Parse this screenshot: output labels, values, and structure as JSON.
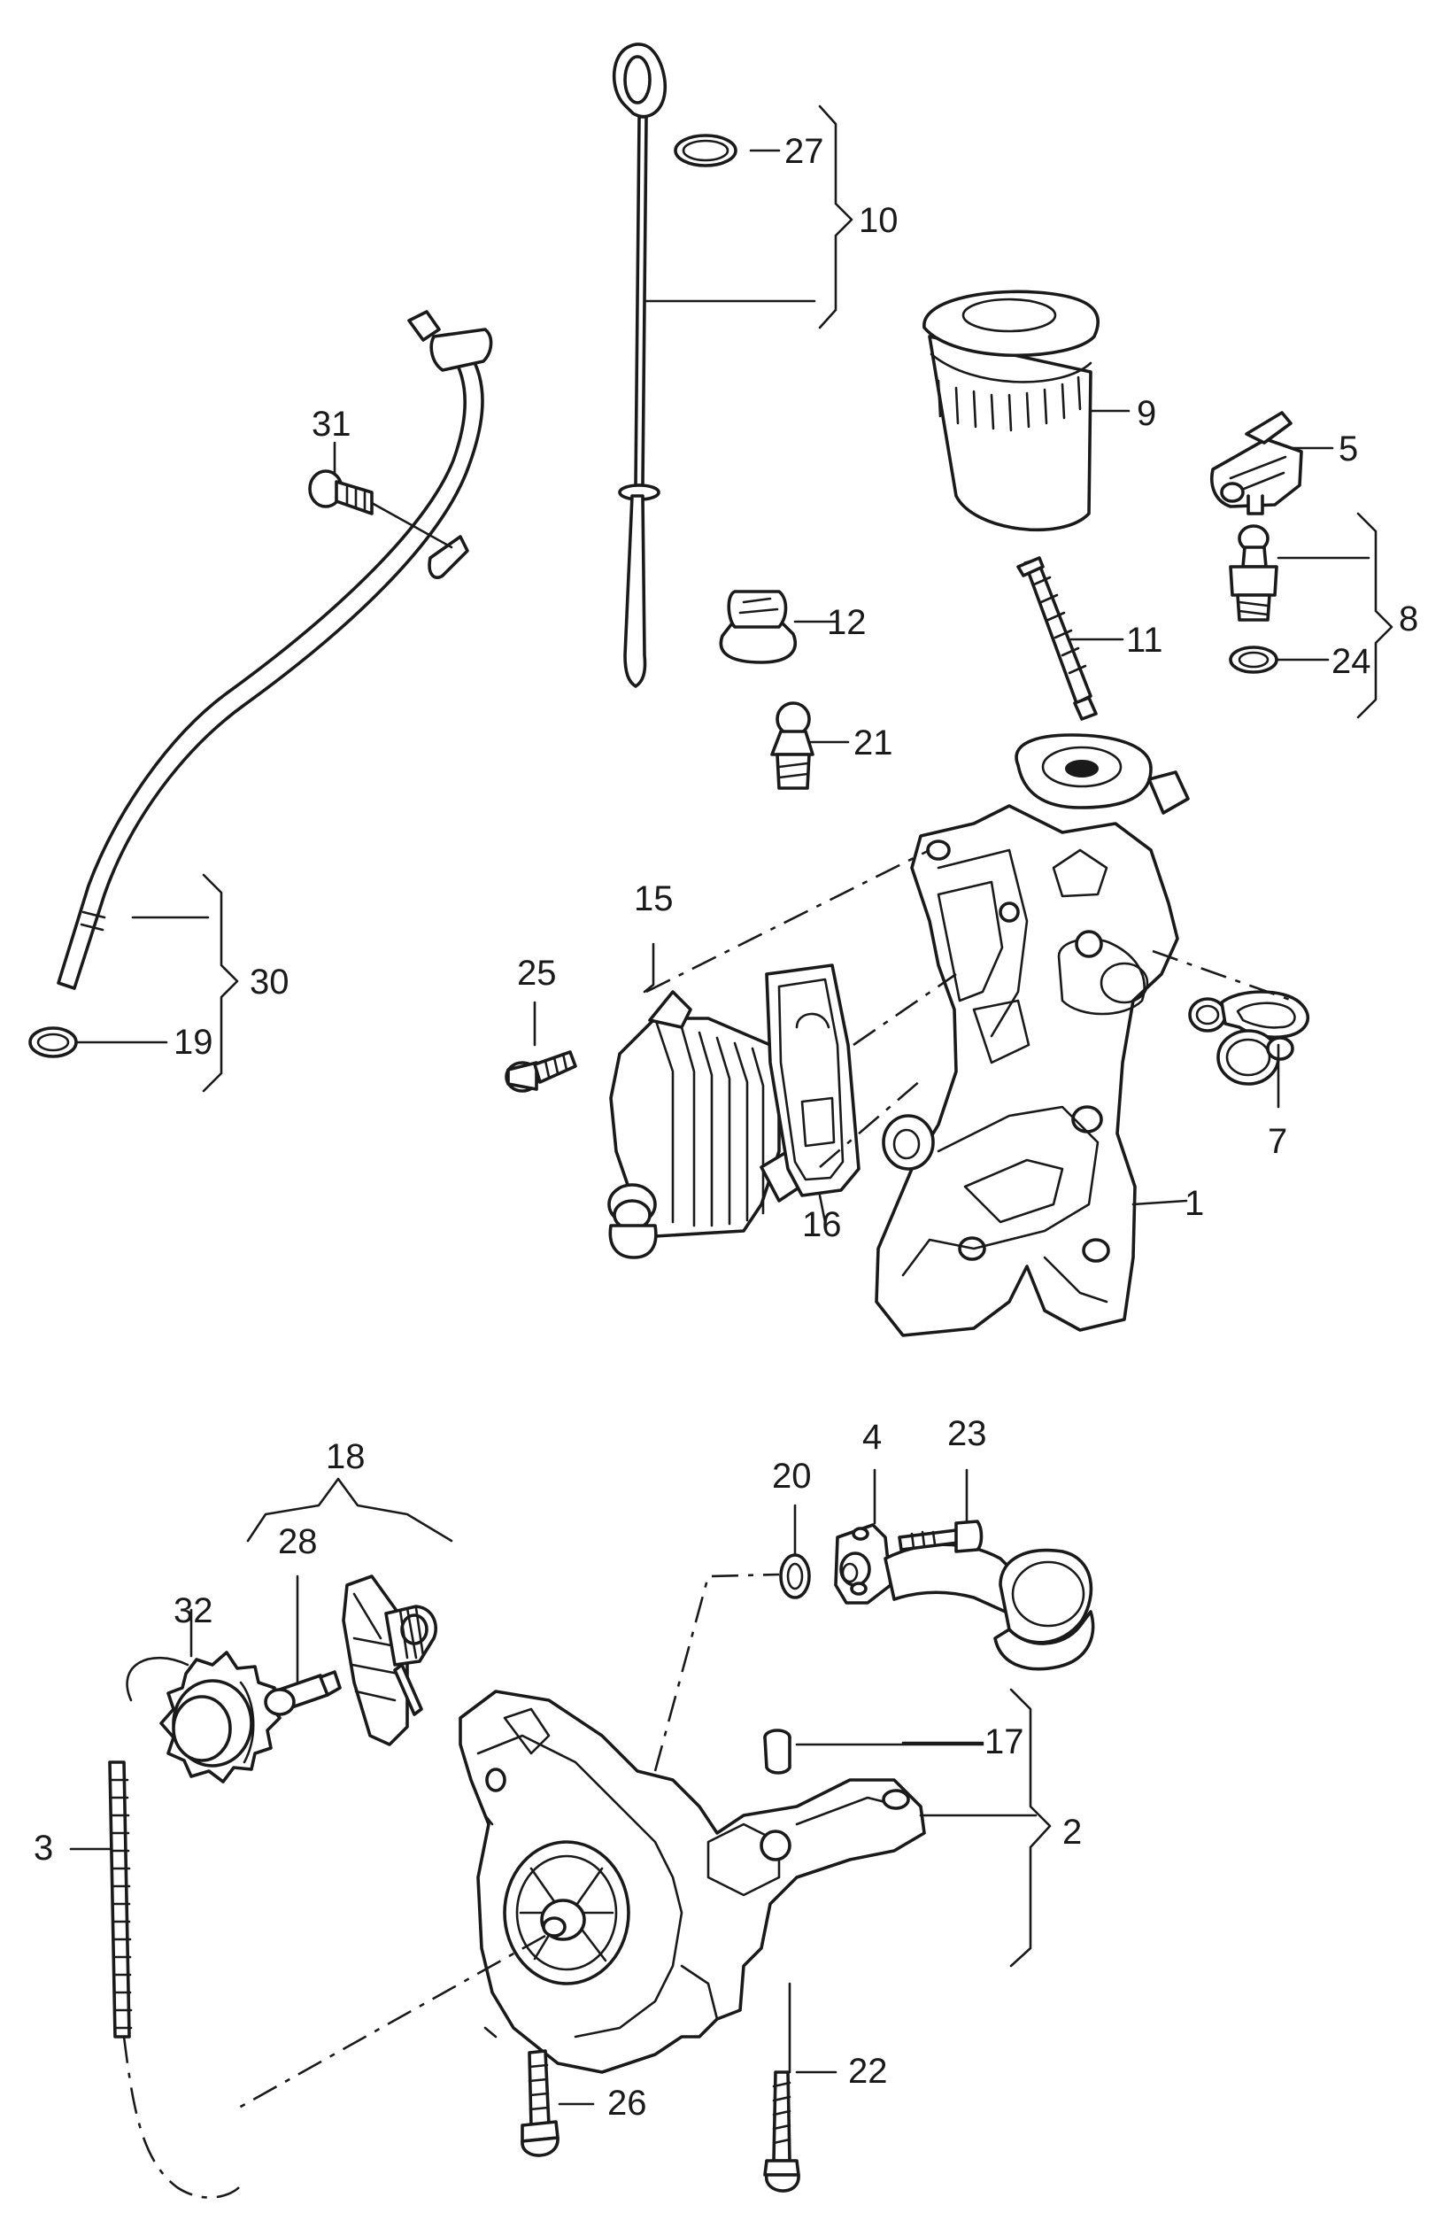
{
  "callouts": {
    "c1": "1",
    "c2": "2",
    "c3": "3",
    "c4": "4",
    "c5": "5",
    "c7": "7",
    "c8": "8",
    "c9": "9",
    "c10": "10",
    "c11": "11",
    "c12": "12",
    "c15": "15",
    "c16": "16",
    "c17": "17",
    "c18": "18",
    "c19": "19",
    "c20": "20",
    "c21": "21",
    "c22": "22",
    "c23": "23",
    "c24": "24",
    "c25": "25",
    "c26": "26",
    "c27": "27",
    "c28": "28",
    "c30": "30",
    "c31": "31",
    "c32": "32"
  },
  "colors": {
    "ink": "#1a1a1a",
    "paper": "#ffffff"
  }
}
